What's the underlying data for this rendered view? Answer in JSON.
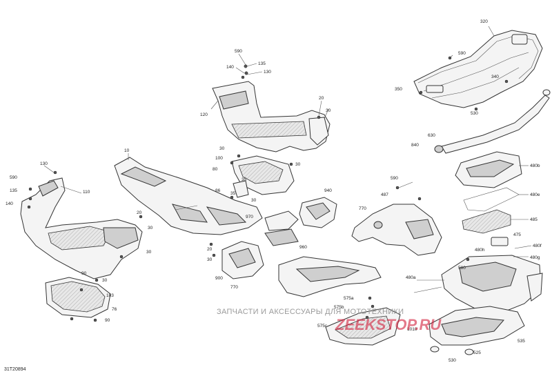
{
  "diagram": {
    "reference_code": "31T20894",
    "watermark": {
      "line1": "ЗАПЧАСТИ И АКСЕССУАРЫ ДЛЯ МОТОТЕХНИКИ",
      "line2": "ZEEKSTOP.RU"
    },
    "callouts": [
      "590",
      "135",
      "140",
      "130",
      "120",
      "20",
      "30",
      "30",
      "100",
      "80",
      "10",
      "30",
      "35",
      "86",
      "35",
      "30",
      "130",
      "110",
      "590",
      "135",
      "140",
      "90",
      "20",
      "30",
      "30",
      "30",
      "103",
      "76",
      "90",
      "940",
      "970",
      "960",
      "20",
      "30",
      "900",
      "770",
      "770",
      "487",
      "590",
      "320",
      "590",
      "340",
      "350",
      "530",
      "630",
      "840",
      "480b",
      "480e",
      "485",
      "475",
      "480f",
      "480h",
      "480g",
      "580",
      "480a",
      "575a",
      "575b",
      "575c",
      "1010",
      "535",
      "525",
      "530"
    ]
  }
}
